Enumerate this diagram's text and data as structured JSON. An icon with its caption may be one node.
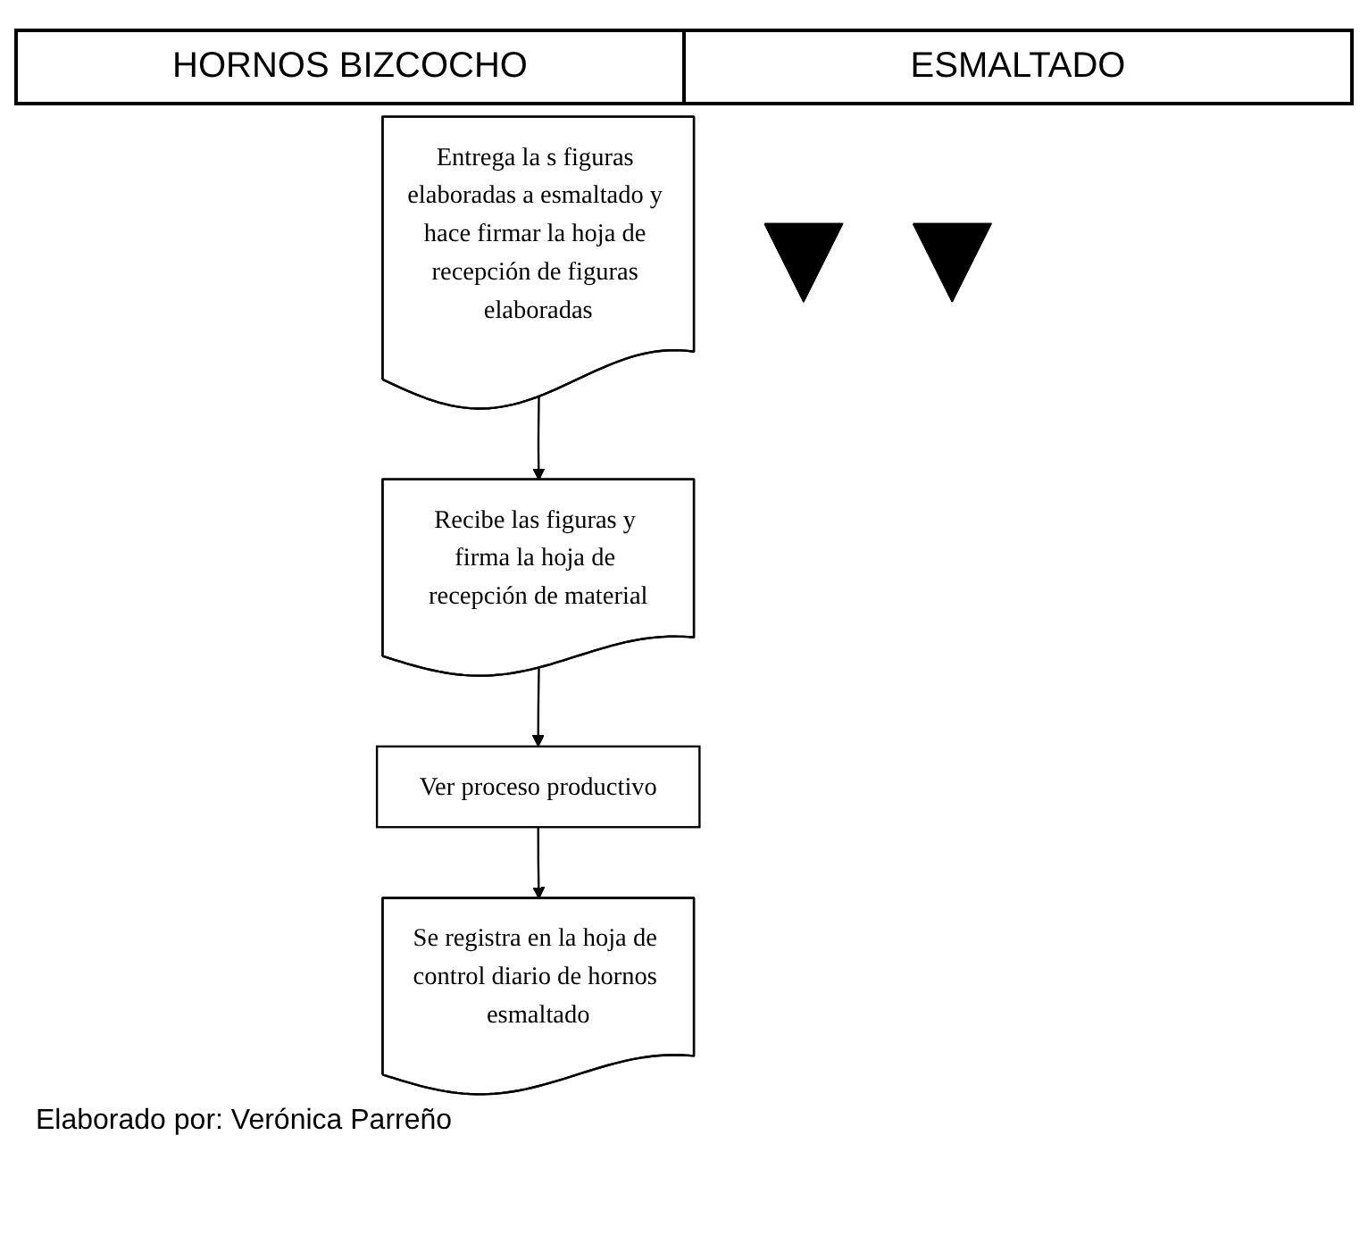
{
  "diagram": {
    "caption": "Elaborado por: Verónica Parreño",
    "nodes": [
      {
        "text": [
          "Entrega la s figuras elaboradas a esmaltado y hace firmar la hoja de recepción de figuras elaboradas"
        ]
      },
      {
        "text": [],
        "shape": "triangle"
      },
      {
        "text": [
          "Recibe las figuras y firma la hoja de recepción de material"
        ]
      },
      {
        "text": [
          "Ver proceso productivo"
        ]
      },
      {
        "text": [
          "Se registra en la hoja de control diario de hornos esmaltado"
        ]
      },
      {
        "text": [],
        "shape": "triangle"
      }
    ],
    "edges": [
      {
        "from": 0,
        "to": 2,
        "arrow": "to"
      },
      {
        "from": 2,
        "to": 3,
        "arrow": "to"
      },
      {
        "from": 3,
        "to": 4,
        "arrow": "to"
      }
    ],
    "labels": [
      "HORNOS BIZCOCHO",
      "ESMALTADO"
    ]
  }
}
